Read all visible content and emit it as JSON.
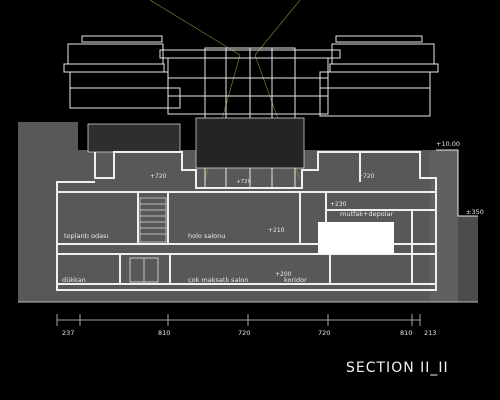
{
  "title": "SECTION  II_II",
  "levels": {
    "top": "+10.00",
    "right": "±350",
    "upper_left": "+720",
    "upper_right": "+720",
    "upper_center": "+720",
    "mid": "+230",
    "mid_center": "+210",
    "lower": "+200"
  },
  "rooms": {
    "meeting": "toplantı  odası",
    "hall": "holo salonu",
    "storage": "mutfak+depolar",
    "shop": "dükkan",
    "multipurpose": "çok maksatlı salon",
    "corridor": "koridor"
  },
  "dimensions": [
    "237",
    "810",
    "720",
    "720",
    "810",
    "213"
  ],
  "colors": {
    "line": "#e8e8e8",
    "earth": "#5a5a5a",
    "bg": "#000000"
  }
}
